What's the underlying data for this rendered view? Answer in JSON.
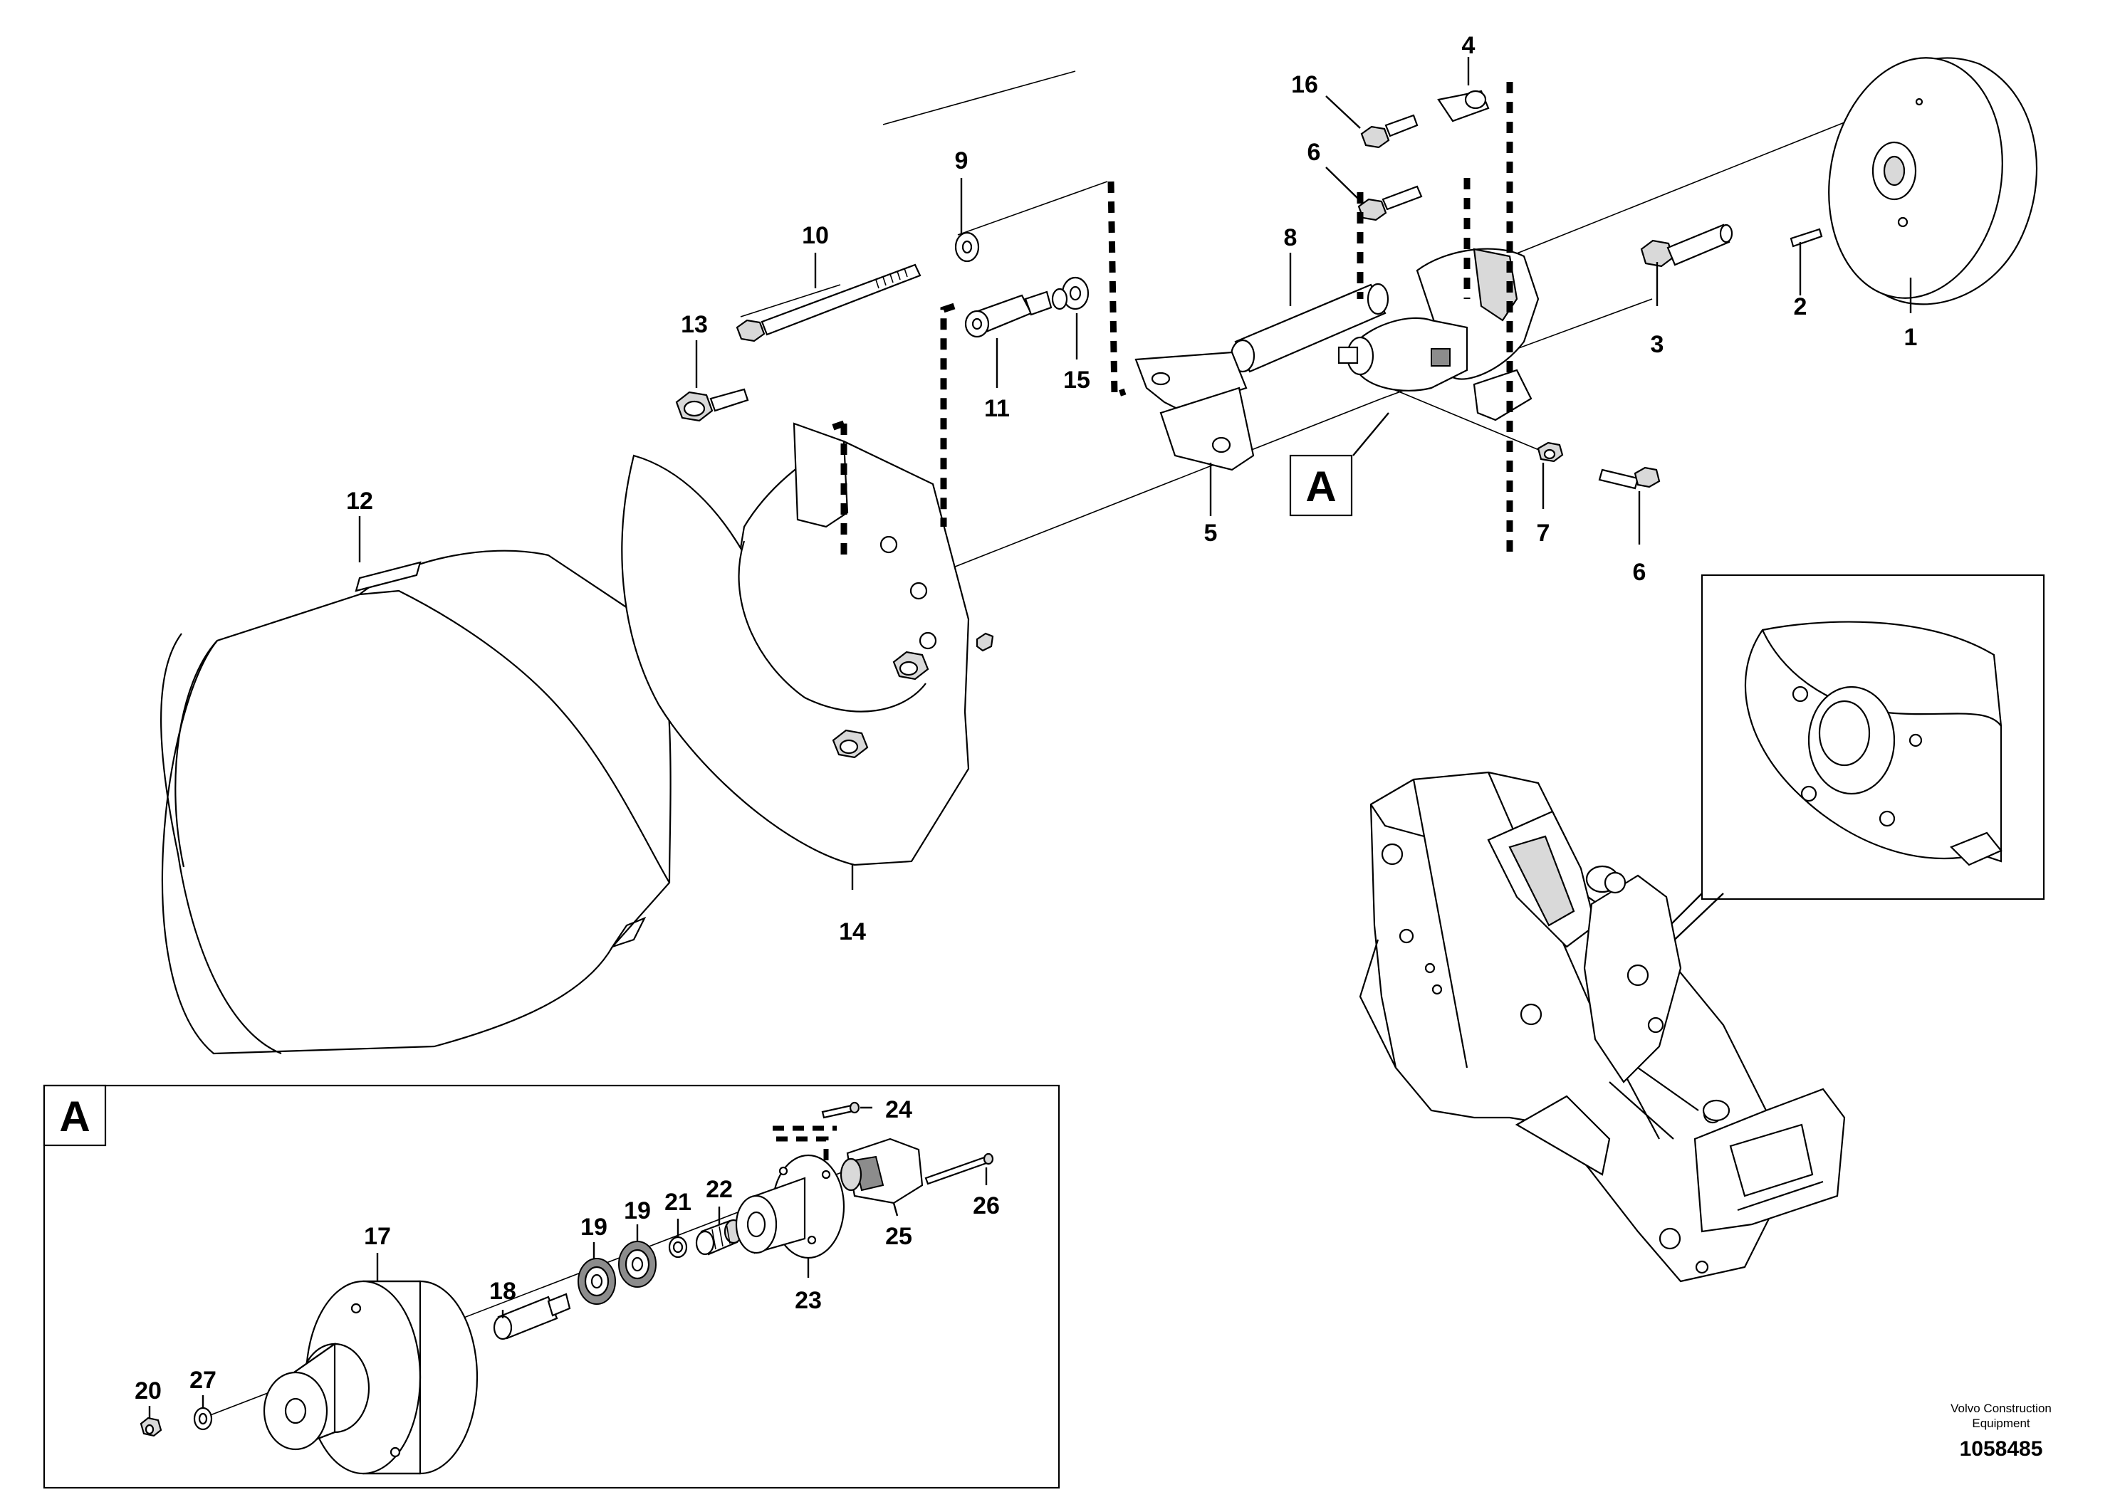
{
  "callouts": {
    "c1": "1",
    "c2": "2",
    "c3": "3",
    "c4": "4",
    "c5": "5",
    "c6a": "6",
    "c6b": "6",
    "c7": "7",
    "c8": "8",
    "c9": "9",
    "c10": "10",
    "c11": "11",
    "c12": "12",
    "c13": "13",
    "c14": "14",
    "c15": "15",
    "c16": "16",
    "c17": "17",
    "c18": "18",
    "c19a": "19",
    "c19b": "19",
    "c20": "20",
    "c21": "21",
    "c22": "22",
    "c23": "23",
    "c24": "24",
    "c25": "25",
    "c26": "26",
    "c27": "27"
  },
  "detail_marker": "A",
  "detail_box_label": "A",
  "footer": {
    "brand_line1": "Volvo Construction",
    "brand_line2": "Equipment",
    "drawing_number": "1058485"
  }
}
